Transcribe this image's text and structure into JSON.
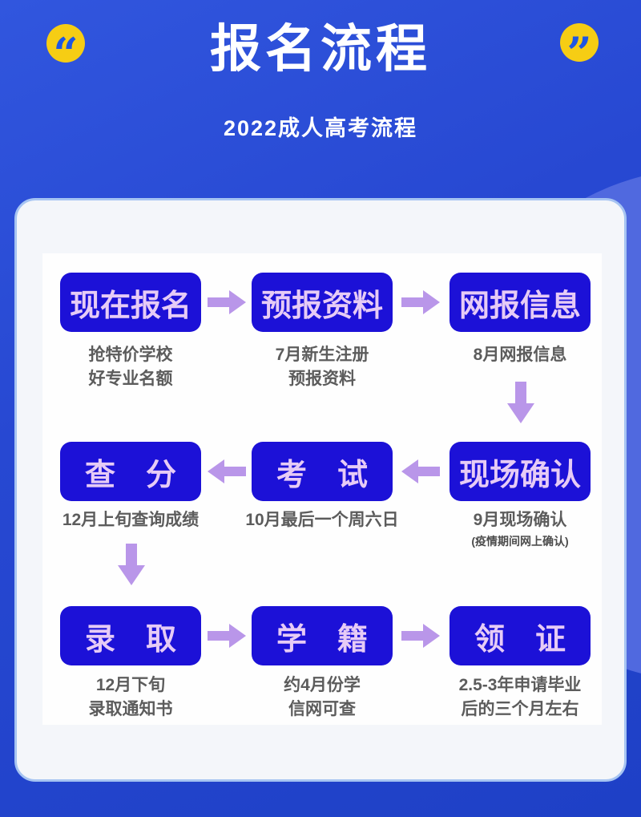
{
  "header": {
    "title": "报名流程",
    "subtitle": "2022成人高考流程",
    "open_quote": "“",
    "close_quote": "”"
  },
  "colors": {
    "background_top": "#3156de",
    "background_bottom": "#1e40c6",
    "decor_circle": "#5069df",
    "card_background": "#f4f6fa",
    "card_border": "#a6c4f2",
    "step_box_background": "#1c11d7",
    "step_box_text": "#e6cbf6",
    "arrow": "#b996e9",
    "caption_text": "#5c5c5c",
    "quote_badge": "#f6cd14",
    "quote_glyph": "#1e56e2"
  },
  "flow": {
    "steps": [
      {
        "title": "现在报名",
        "lines": [
          "抢特价学校",
          "好专业名额"
        ]
      },
      {
        "title": "预报资料",
        "lines": [
          "7月新生注册",
          "预报资料"
        ]
      },
      {
        "title": "网报信息",
        "lines": [
          "8月网报信息"
        ]
      },
      {
        "title": "现场确认",
        "lines": [
          "9月现场确认"
        ],
        "note": "(疫情期间网上确认)"
      },
      {
        "title": "考　试",
        "lines": [
          "10月最后一个周六日"
        ]
      },
      {
        "title": "查　分",
        "lines": [
          "12月上旬查询成绩"
        ]
      },
      {
        "title": "录　取",
        "lines": [
          "12月下旬",
          "录取通知书"
        ]
      },
      {
        "title": "学　籍",
        "lines": [
          "约4月份学",
          "信网可查"
        ]
      },
      {
        "title": "领　证",
        "lines": [
          "2.5-3年申请毕业",
          "后的三个月左右"
        ]
      }
    ]
  }
}
